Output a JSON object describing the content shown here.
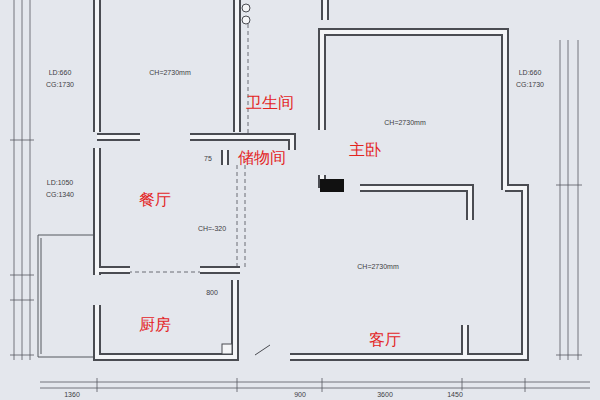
{
  "diagram": {
    "labels": [
      "CH=2730mm",
      "LD:660",
      "CG:1730",
      "卫生间",
      "CH=2730mm",
      "LD:660",
      "CG:1730",
      "储物间",
      "主卧",
      "75",
      "餐厅",
      "LD:1050",
      "CG:1340",
      "CH=-320",
      "CH=2730mm",
      "800",
      "厨房",
      "客厅",
      "1360",
      "900",
      "3600",
      "1450"
    ]
  }
}
